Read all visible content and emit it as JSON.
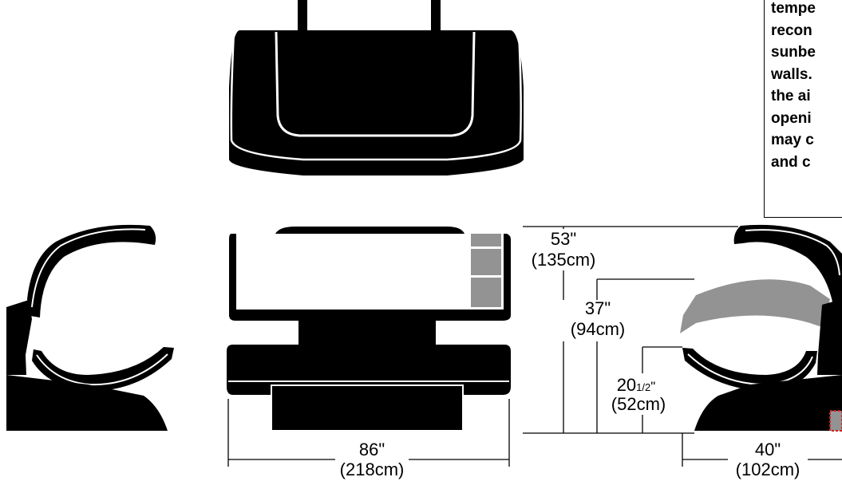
{
  "colors": {
    "ink": "#000000",
    "paper": "#ffffff",
    "shade": "#939393",
    "warning_red": "#cc2222"
  },
  "note": {
    "lines": [
      "tempe",
      "recon",
      "sunbe",
      "walls.",
      "the ai",
      "openi",
      "may c",
      "and c"
    ]
  },
  "dimensions": {
    "width_top": {
      "in": "86\"",
      "cm": "(218cm)"
    },
    "height_total": {
      "in": "53\"",
      "cm": "(135cm)"
    },
    "height_open": {
      "in": "37\"",
      "cm": "(94cm)"
    },
    "height_bed": {
      "in_whole": "20",
      "in_frac": "1/2",
      "in_mark": "\"",
      "cm": "(52cm)"
    },
    "depth": {
      "in": "40\"",
      "cm": "(102cm)"
    }
  }
}
